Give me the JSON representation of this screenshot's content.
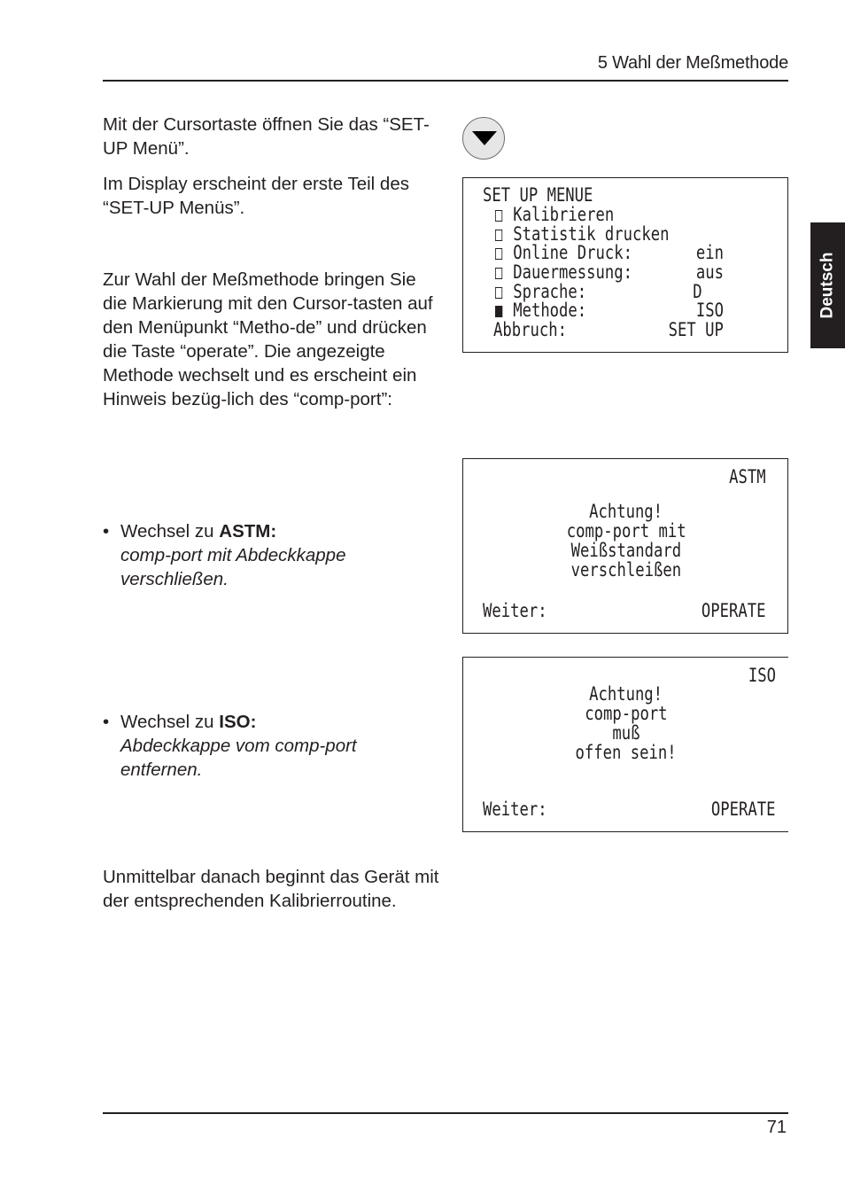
{
  "header": {
    "title": "5 Wahl der Meßmethode"
  },
  "side_tab": {
    "label": "Deutsch"
  },
  "footer": {
    "page_number": "71"
  },
  "left_column": {
    "p1": "Mit der Cursortaste öffnen Sie das “SET-UP Menü”.",
    "p2": "Im Display erscheint der erste Teil des “SET-UP Menüs”.",
    "p3": "Zur Wahl der Meßmethode bringen Sie die Markierung mit den Cursor-tasten auf den Menüpunkt “Metho-de” und drücken die Taste “operate”. Die angezeigte Methode wechselt und es erscheint ein Hinweis bezüg-lich des “comp-port”:",
    "bullet_astm": {
      "dot": "•",
      "prefix": "Wechsel zu ",
      "bold": "ASTM:",
      "italic": "comp-port mit Abdeckkappe verschließen."
    },
    "bullet_iso": {
      "dot": "•",
      "prefix": "Wechsel zu ",
      "bold": "ISO:",
      "italic": "Abdeckkappe vom comp-port entfernen."
    },
    "p4": "Unmittelbar danach beginnt das Gerät mit der entsprechenden Kalibrierroutine."
  },
  "cursor_key": {
    "icon": "triangle-down-icon"
  },
  "setup_display": {
    "title": "SET UP MENUE",
    "items": [
      {
        "label": "Kalibrieren",
        "value": "",
        "selected": false
      },
      {
        "label": "Statistik drucken",
        "value": "",
        "selected": false
      },
      {
        "label": "Online Druck:",
        "value": "ein",
        "selected": false
      },
      {
        "label": "Dauermessung:",
        "value": "aus",
        "selected": false
      },
      {
        "label": "Sprache:",
        "value": "D",
        "selected": false
      },
      {
        "label": "Methode:",
        "value": "ISO",
        "selected": true
      }
    ],
    "footer_label": "Abbruch:",
    "footer_value": "SET UP"
  },
  "astm_display": {
    "mode": "ASTM",
    "lines": [
      "Achtung!",
      "comp-port mit",
      "Weißstandard",
      "verschleißen"
    ],
    "footer_label": "Weiter:",
    "footer_value": "OPERATE"
  },
  "iso_display": {
    "mode": "ISO",
    "lines": [
      "Achtung!",
      "comp-port",
      "muß",
      "offen sein!"
    ],
    "footer_label": "Weiter:",
    "footer_value": "OPERATE"
  }
}
